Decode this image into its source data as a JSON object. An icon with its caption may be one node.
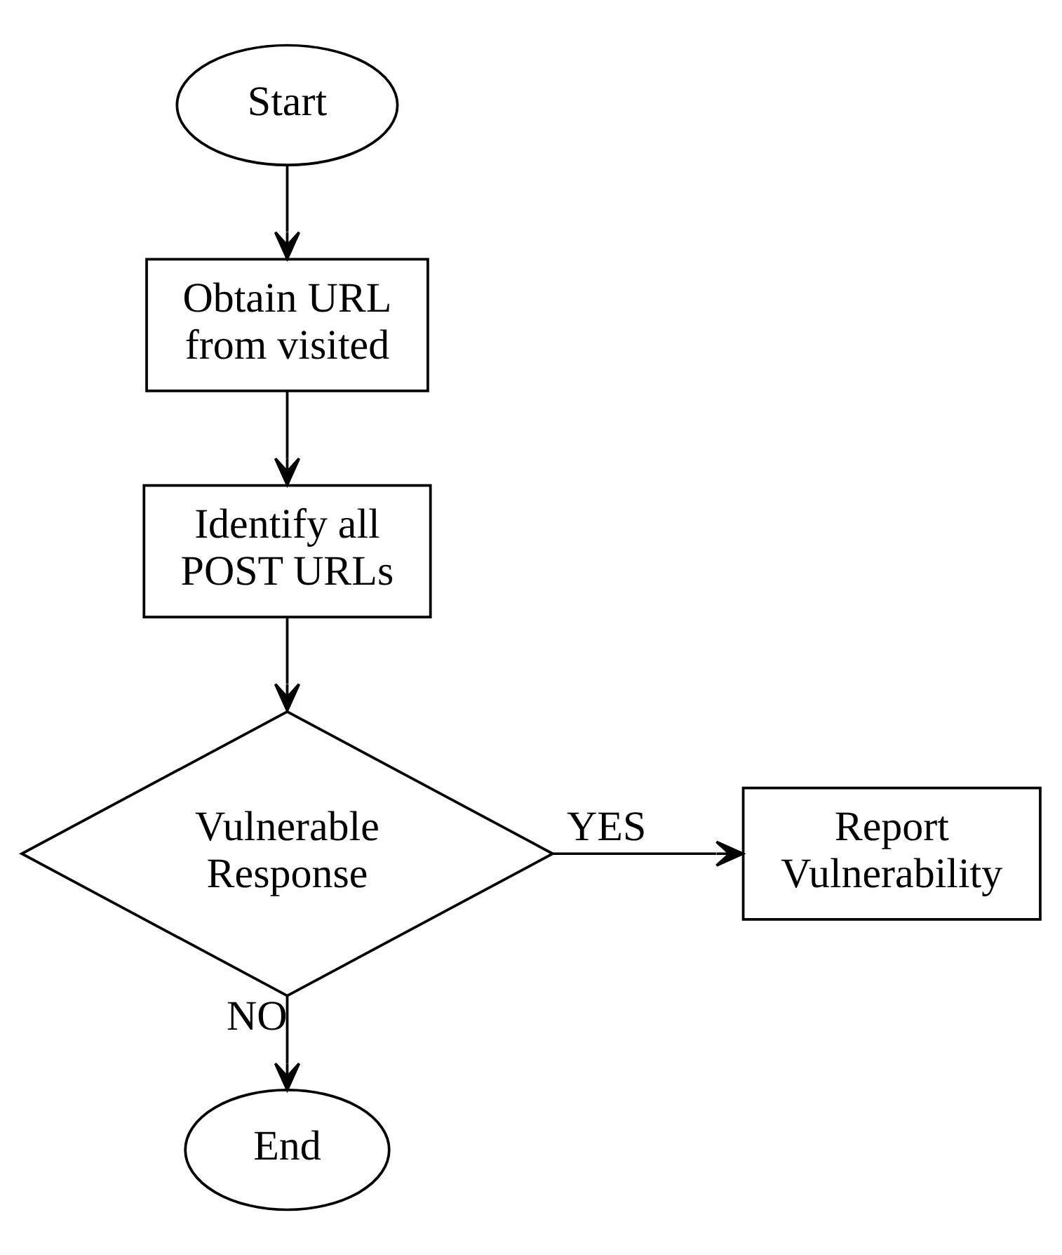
{
  "diagram": {
    "nodes": [
      {
        "text": [
          "Start"
        ]
      },
      {
        "text": [
          "Obtain URL from visited"
        ]
      },
      {
        "text": [
          "Identify all POST URLs"
        ]
      },
      {
        "text": [
          "Vulnerable Response"
        ]
      },
      {
        "text": [
          "Report Vulnerability"
        ]
      },
      {
        "text": [
          "End"
        ]
      }
    ],
    "edges": [
      {
        "from": 0,
        "to": 1,
        "arrow": "to"
      },
      {
        "from": 1,
        "to": 2,
        "arrow": "to"
      },
      {
        "from": 2,
        "to": 3,
        "arrow": "to"
      },
      {
        "from": 3,
        "to": 4,
        "arrow": "to",
        "label": "YES"
      },
      {
        "from": 3,
        "to": 5,
        "arrow": "to",
        "label": "NO"
      }
    ]
  }
}
